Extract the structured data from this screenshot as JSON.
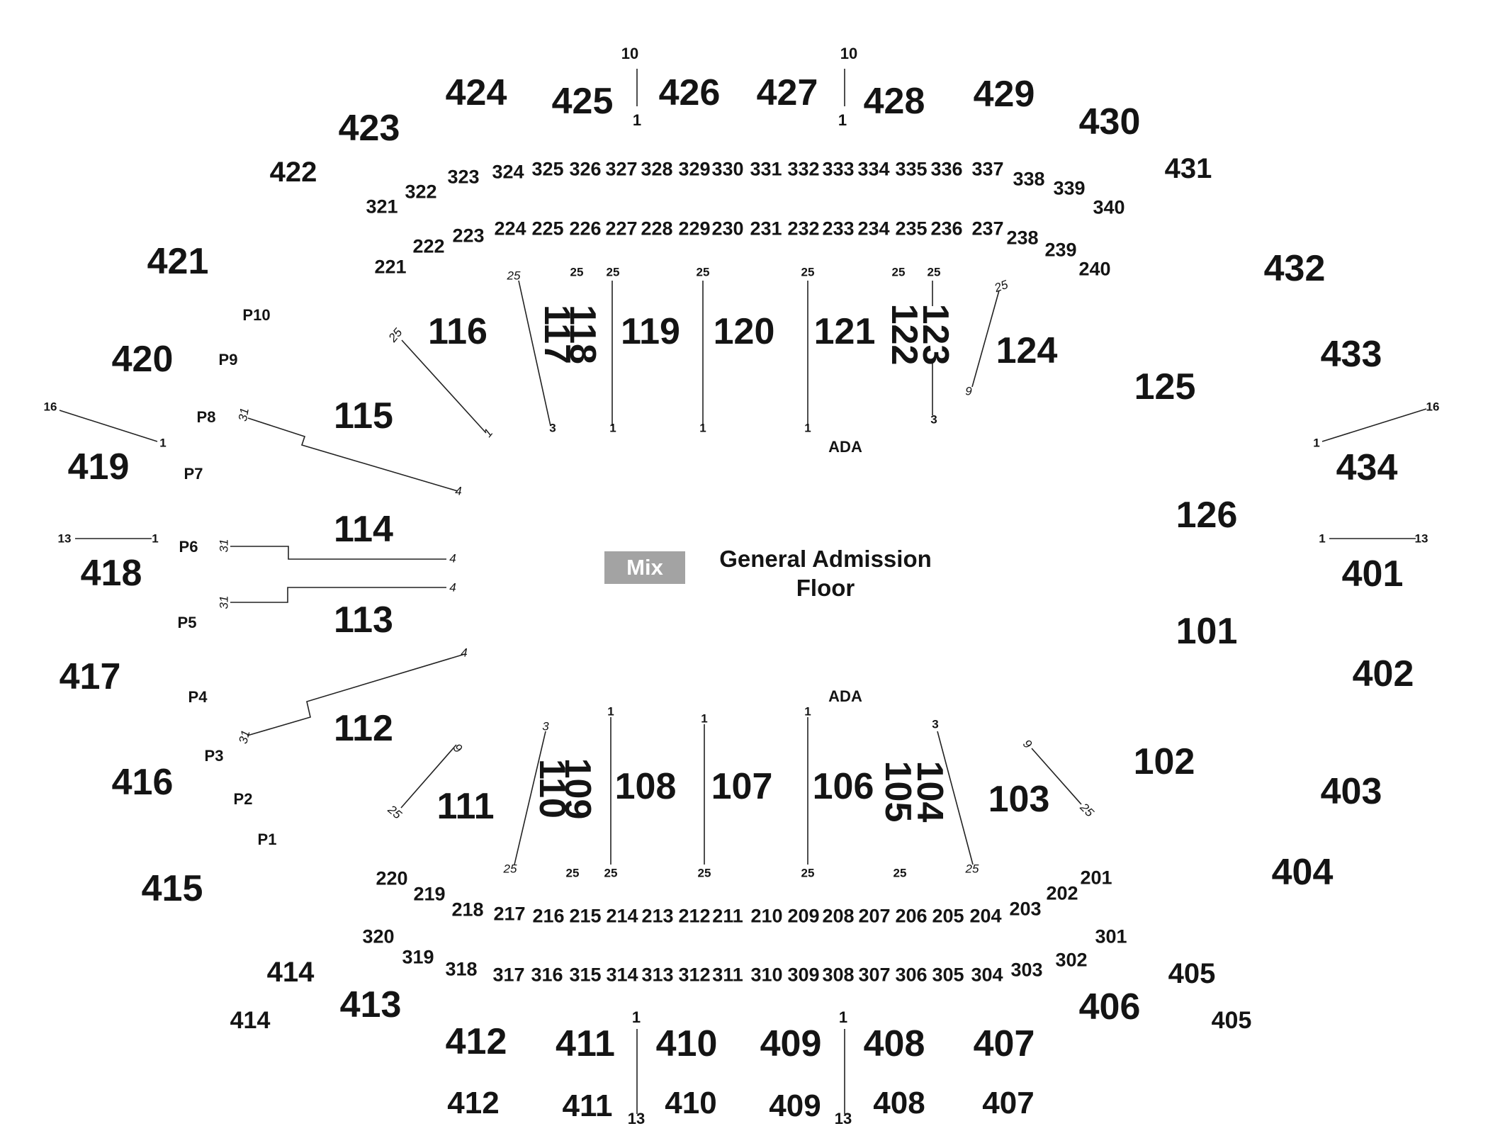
{
  "floor": {
    "badge": "Mix",
    "title_line1": "General Admission",
    "title_line2": "Floor"
  },
  "ada_labels": [
    "ADA",
    "ADA"
  ],
  "sections_100": {
    "upper_side": [
      "116",
      "117",
      "118",
      "119",
      "120",
      "121",
      "122",
      "123",
      "124"
    ],
    "lower_side": [
      "111",
      "110",
      "109",
      "108",
      "107",
      "106",
      "105",
      "104",
      "103"
    ],
    "left_end": [
      "115",
      "114",
      "113",
      "112"
    ],
    "right_end": [
      "125",
      "126",
      "101",
      "102"
    ]
  },
  "sections_200": {
    "upper": [
      "221",
      "222",
      "223",
      "224",
      "225",
      "226",
      "227",
      "228",
      "229",
      "230",
      "231",
      "232",
      "233",
      "234",
      "235",
      "236",
      "237",
      "238",
      "239",
      "240"
    ],
    "lower": [
      "220",
      "219",
      "218",
      "217",
      "216",
      "215",
      "214",
      "213",
      "212",
      "211",
      "210",
      "209",
      "208",
      "207",
      "206",
      "205",
      "204",
      "203",
      "202",
      "201"
    ]
  },
  "sections_300": {
    "upper": [
      "321",
      "322",
      "323",
      "324",
      "325",
      "326",
      "327",
      "328",
      "329",
      "330",
      "331",
      "332",
      "333",
      "334",
      "335",
      "336",
      "337",
      "338",
      "339",
      "340"
    ],
    "lower": [
      "320",
      "319",
      "318",
      "317",
      "316",
      "315",
      "314",
      "313",
      "312",
      "311",
      "310",
      "309",
      "308",
      "307",
      "306",
      "305",
      "304",
      "303",
      "302",
      "301"
    ]
  },
  "sections_400": {
    "upper": [
      "424",
      "425",
      "426",
      "427",
      "428",
      "429",
      "423",
      "430",
      "422",
      "431"
    ],
    "left": [
      "421",
      "420",
      "419",
      "418",
      "417",
      "416",
      "415"
    ],
    "right": [
      "432",
      "433",
      "434",
      "401",
      "402",
      "403",
      "404"
    ],
    "lower": [
      "414",
      "413",
      "412",
      "411",
      "410",
      "409",
      "408",
      "407",
      "406",
      "405"
    ],
    "lower_duplicates": [
      "414",
      "412",
      "411",
      "410",
      "409",
      "408",
      "407",
      "405"
    ]
  },
  "party_boxes": [
    "P10",
    "P9",
    "P8",
    "P7",
    "P6",
    "P5",
    "P4",
    "P3",
    "P2",
    "P1"
  ],
  "row_markers": {
    "upper_400": [
      "10",
      "1",
      "10",
      "1"
    ],
    "lower_400": [
      "1",
      "13",
      "1",
      "13"
    ],
    "left_400": [
      "16",
      "1",
      "13",
      "1"
    ],
    "right_400": [
      "1",
      "16",
      "1",
      "13"
    ],
    "upper_100": [
      "25",
      "1",
      "25",
      "3",
      "25",
      "25",
      "1",
      "25",
      "1",
      "25",
      "1",
      "25",
      "25",
      "3",
      "25",
      "9"
    ],
    "lower_100": [
      "9",
      "25",
      "3",
      "25",
      "25",
      "1",
      "25",
      "1",
      "25",
      "1",
      "25",
      "25",
      "3",
      "25",
      "9",
      "25"
    ],
    "left_100": [
      "31",
      "4",
      "31",
      "4",
      "31",
      "4",
      "31",
      "4"
    ]
  }
}
